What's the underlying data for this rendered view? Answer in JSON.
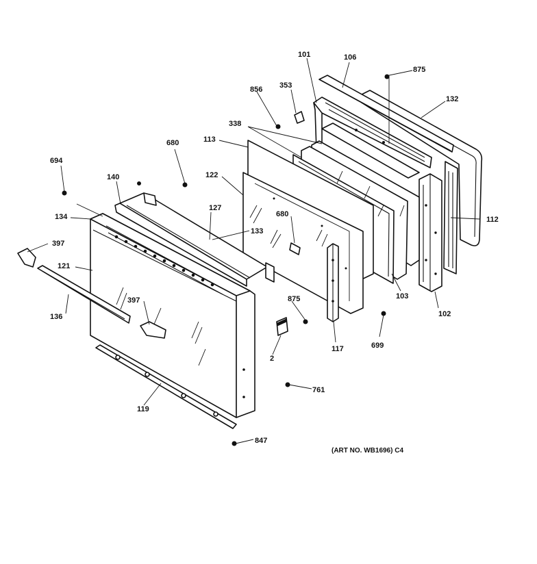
{
  "diagram": {
    "art_number": "(ART NO. WB1696) C4",
    "callouts": {
      "c101": "101",
      "c106": "106",
      "c875a": "875",
      "c856": "856",
      "c353": "353",
      "c132": "132",
      "c338": "338",
      "c113": "113",
      "c680a": "680",
      "c694": "694",
      "c140": "140",
      "c122": "122",
      "c127": "127",
      "c134": "134",
      "c112": "112",
      "c680b": "680",
      "c133": "133",
      "c397a": "397",
      "c121": "121",
      "c397b": "397",
      "c136": "136",
      "c875b": "875",
      "c103": "103",
      "c102": "102",
      "c2": "2",
      "c117": "117",
      "c699": "699",
      "c761": "761",
      "c119": "119",
      "c847": "847"
    }
  }
}
